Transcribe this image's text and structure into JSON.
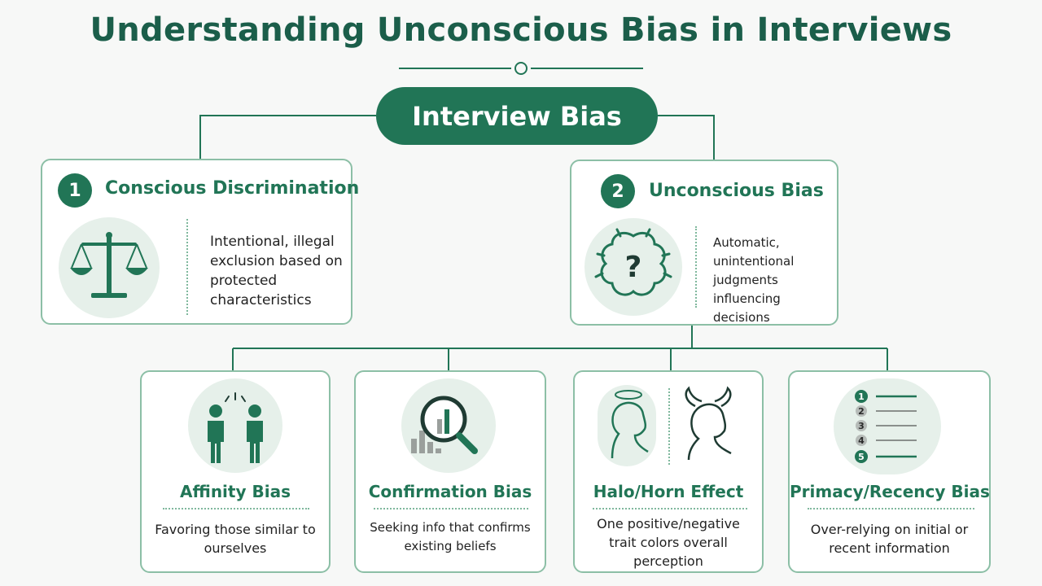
{
  "title": "Understanding Unconscious Bias in Interviews",
  "root": {
    "label": "Interview Bias"
  },
  "categories": [
    {
      "number": "1",
      "title": "Conscious Discrimination",
      "icon": "scales-icon",
      "description": "Intentional, illegal exclusion based on protected characteristics"
    },
    {
      "number": "2",
      "title": "Unconscious Bias",
      "icon": "brain-question-icon",
      "description": "Automatic, unintentional judgments influencing decisions"
    }
  ],
  "biases": [
    {
      "title": "Affinity Bias",
      "icon": "two-people-icon",
      "description": "Favoring those similar to ourselves"
    },
    {
      "title": "Confirmation Bias",
      "icon": "magnifier-chart-icon",
      "description": "Seeking info that confirms existing beliefs"
    },
    {
      "title": "Halo/Horn Effect",
      "icon": "halo-horn-icon",
      "description": "One positive/negative trait colors overall perception"
    },
    {
      "title": "Primacy/Recency Bias",
      "icon": "numbered-list-icon",
      "description": "Over-relying on initial or recent information",
      "list_numbers": [
        "1",
        "2",
        "3",
        "4",
        "5"
      ]
    }
  ],
  "colors": {
    "primary": "#217556",
    "border": "#8cbfa6",
    "icon_bg": "#e6f0ea",
    "title": "#1b5e4a"
  }
}
